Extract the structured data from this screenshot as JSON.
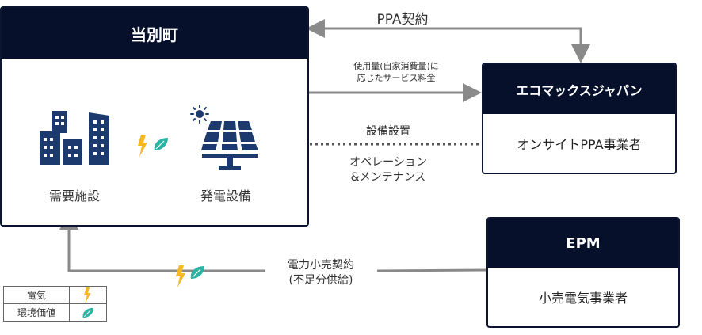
{
  "town": {
    "title": "当別町",
    "facility_label": "需要施設",
    "generator_label": "発電設備"
  },
  "ppa_provider": {
    "name": "エコマックスジャパン",
    "role": "オンサイトPPA事業者"
  },
  "retailer": {
    "name": "EPM",
    "role": "小売電気事業者"
  },
  "flows": {
    "ppa_contract": "PPA契約",
    "service_fee_line1": "使用量(自家消費量)に",
    "service_fee_line2": "応じたサービス料金",
    "installation": "設備設置",
    "om_line1": "オペレーション",
    "om_line2": "&メンテナンス",
    "retail_line1": "電力小売契約",
    "retail_line2": "(不足分供給)"
  },
  "legend": {
    "items": [
      {
        "label": "電気",
        "icon": "lightning-icon"
      },
      {
        "label": "環境価値",
        "icon": "leaf-icon"
      }
    ]
  },
  "colors": {
    "navy": "#06102b",
    "icon_blue": "#1c3a6e",
    "arrow_gray": "#8a8a8a",
    "lightning": "#f5b820",
    "leaf": "#2bb3a3"
  }
}
